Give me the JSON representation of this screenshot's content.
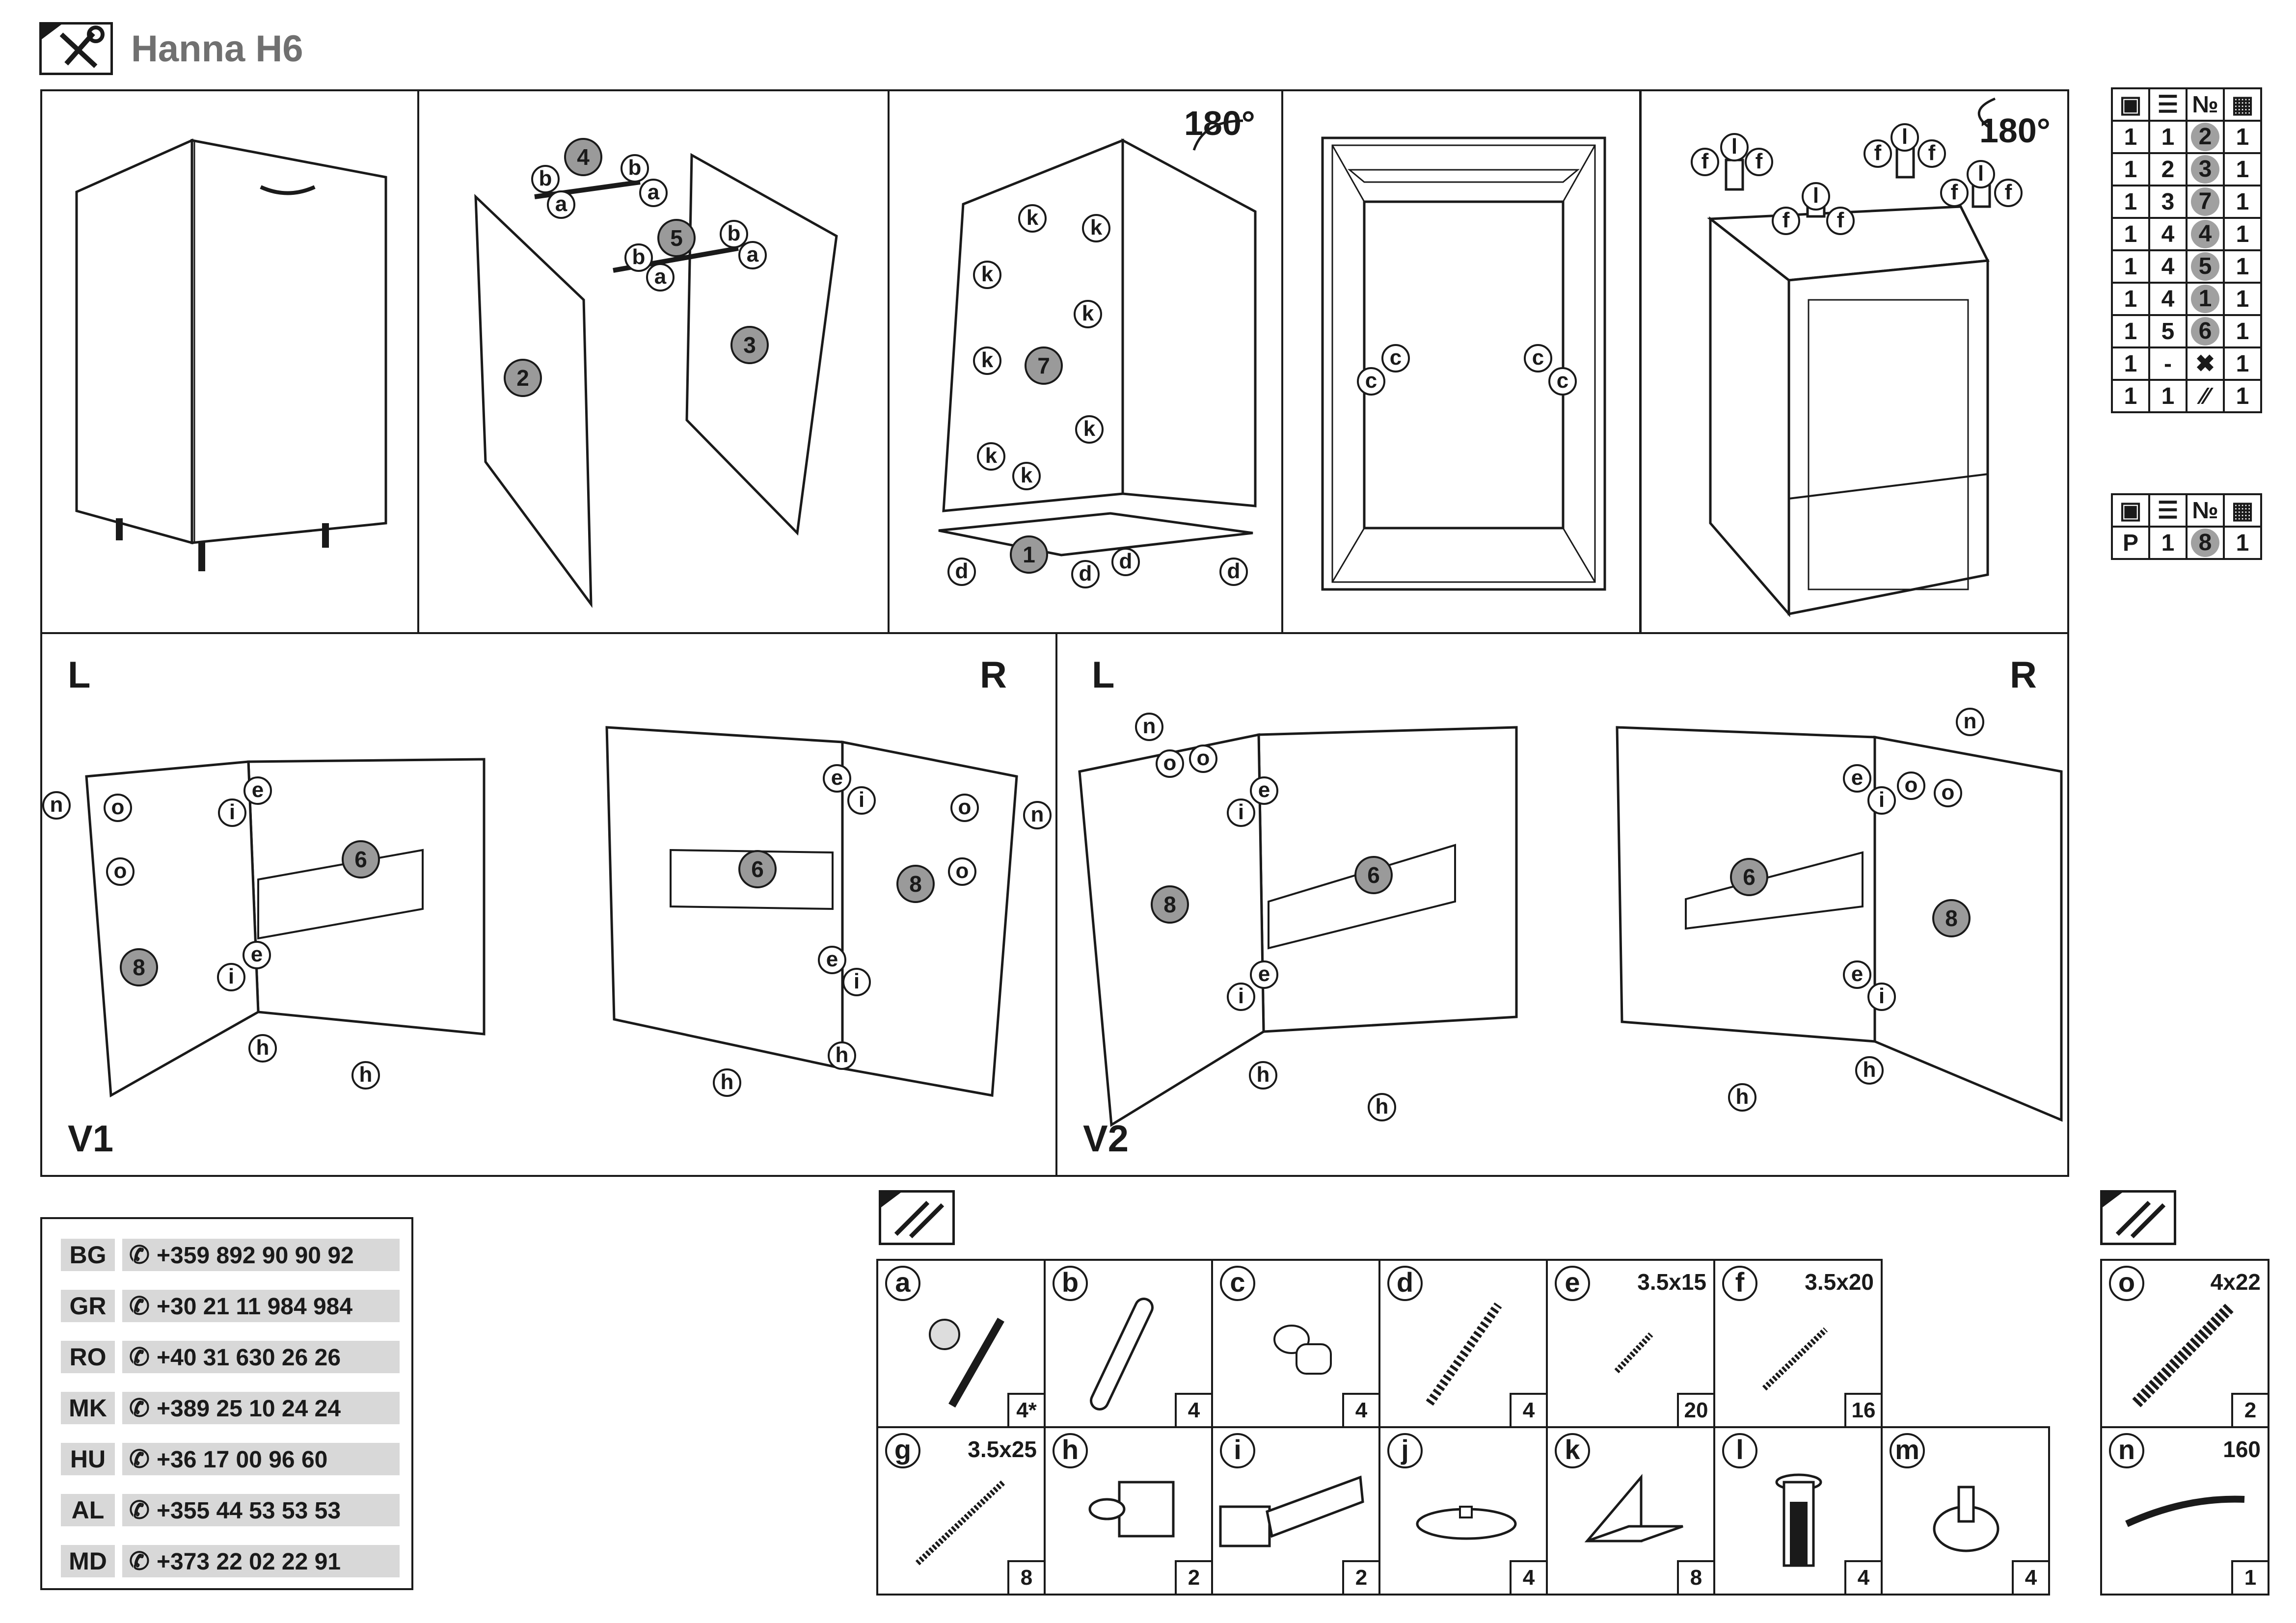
{
  "header": {
    "title": "Hanna H6"
  },
  "rotate": {
    "label": "180°"
  },
  "step_bubbles": {
    "a": "a",
    "b": "b",
    "c": "c",
    "d": "d",
    "e": "e",
    "f": "f",
    "h": "h",
    "i": "i",
    "k": "k",
    "l": "l",
    "n": "n",
    "o": "o"
  },
  "part_numbers": {
    "p1": "1",
    "p2": "2",
    "p3": "3",
    "p4": "4",
    "p5": "5",
    "p6": "6",
    "p7": "7",
    "p8": "8"
  },
  "variants": {
    "left": "L",
    "right": "R",
    "v1": "V1",
    "v2": "V2"
  },
  "parts_table_1": {
    "rows": [
      [
        "1",
        "1",
        "2",
        "1"
      ],
      [
        "1",
        "2",
        "3",
        "1"
      ],
      [
        "1",
        "3",
        "7",
        "1"
      ],
      [
        "1",
        "4",
        "4",
        "1"
      ],
      [
        "1",
        "4",
        "5",
        "1"
      ],
      [
        "1",
        "4",
        "1",
        "1"
      ],
      [
        "1",
        "5",
        "6",
        "1"
      ],
      [
        "1",
        "-",
        "",
        "1"
      ],
      [
        "1",
        "1",
        "",
        "1"
      ]
    ],
    "header_no": "№"
  },
  "parts_table_2": {
    "rows": [
      [
        "P",
        "1",
        "8",
        "1"
      ]
    ],
    "header_no": "№"
  },
  "contacts": [
    {
      "code": "BG",
      "phone": "+359 892 90 90 92"
    },
    {
      "code": "GR",
      "phone": "+30 21 11 984 984"
    },
    {
      "code": "RO",
      "phone": "+40 31 630 26 26"
    },
    {
      "code": "MK",
      "phone": "+389 25 10 24 24"
    },
    {
      "code": "HU",
      "phone": "+36 17 00 96 60"
    },
    {
      "code": "AL",
      "phone": "+355 44 53 53 53"
    },
    {
      "code": "MD",
      "phone": "+373 22 02 22 91"
    }
  ],
  "hardware": [
    {
      "letter": "a",
      "size": "",
      "qty": "4*"
    },
    {
      "letter": "b",
      "size": "",
      "qty": "4"
    },
    {
      "letter": "c",
      "size": "",
      "qty": "4"
    },
    {
      "letter": "d",
      "size": "",
      "qty": "4"
    },
    {
      "letter": "e",
      "size": "3.5x15",
      "qty": "20"
    },
    {
      "letter": "f",
      "size": "3.5x20",
      "qty": "16"
    },
    {
      "letter": "g",
      "size": "3.5x25",
      "qty": "8"
    },
    {
      "letter": "h",
      "size": "",
      "qty": "2"
    },
    {
      "letter": "i",
      "size": "",
      "qty": "2"
    },
    {
      "letter": "j",
      "size": "",
      "qty": "4"
    },
    {
      "letter": "k",
      "size": "",
      "qty": "8"
    },
    {
      "letter": "l",
      "size": "",
      "qty": "4"
    },
    {
      "letter": "m",
      "size": "",
      "qty": "4"
    },
    {
      "letter": "o",
      "size": "4x22",
      "qty": "2"
    },
    {
      "letter": "n",
      "size": "160",
      "qty": "1"
    }
  ]
}
